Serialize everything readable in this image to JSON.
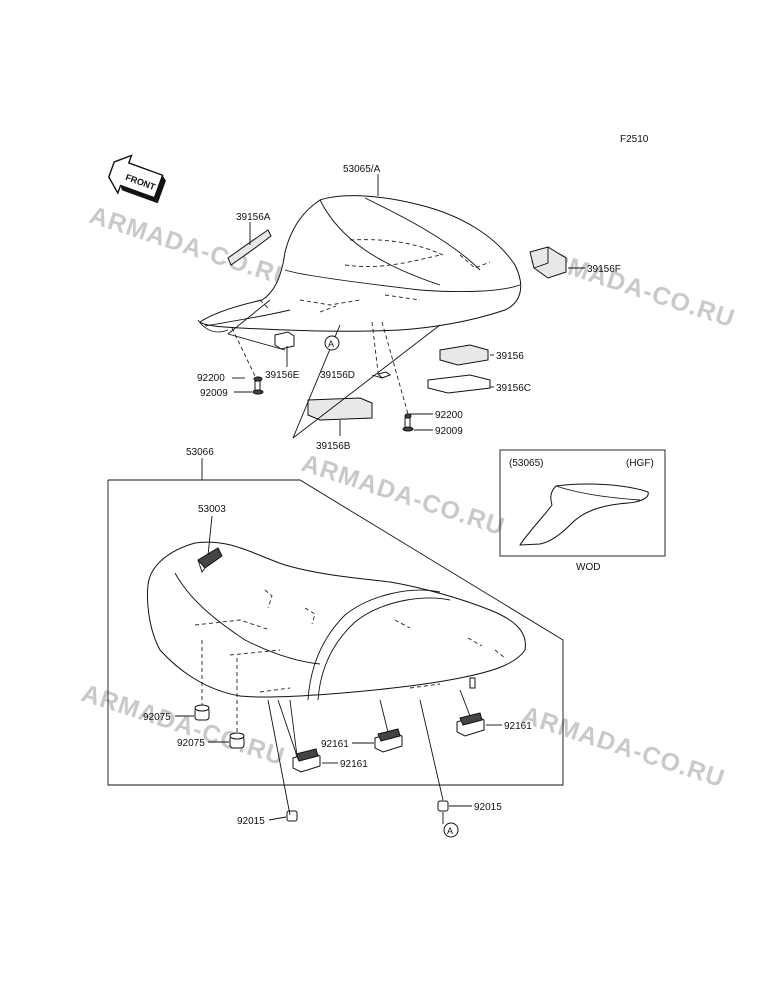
{
  "figure_code": "F2510",
  "front_label": "FRONT",
  "watermark": "ARMADA-CO.RU",
  "callout_a": "A",
  "inset": {
    "left_label": "(53065)",
    "right_label": "(HGF)",
    "caption": "WOD"
  },
  "parts": {
    "p53065A": "53065/A",
    "p39156A": "39156A",
    "p39156F": "39156F",
    "p39156": "39156",
    "p39156C": "39156C",
    "p39156E": "39156E",
    "p39156D": "39156D",
    "p39156B": "39156B",
    "p92200a": "92200",
    "p92009a": "92009",
    "p92200b": "92200",
    "p92009b": "92009",
    "p53066": "53066",
    "p53003": "53003",
    "p92075a": "92075",
    "p92075b": "92075",
    "p92161a": "92161",
    "p92161b": "92161",
    "p92161c": "92161",
    "p92015a": "92015",
    "p92015b": "92015"
  }
}
